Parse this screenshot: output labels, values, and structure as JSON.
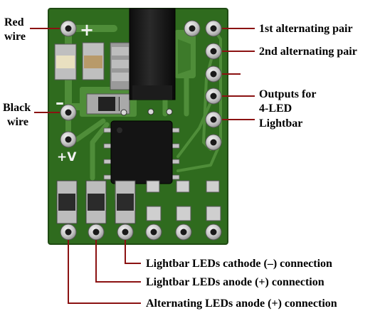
{
  "labels": {
    "red_wire_line1": "Red",
    "red_wire_line2": "wire",
    "black_wire_line1": "Black",
    "black_wire_line2": "wire",
    "first_pair": "1st alternating pair",
    "second_pair": "2nd alternating pair",
    "outputs_line1": "Outputs for",
    "outputs_line2": "4-LED",
    "outputs_line3": "Lightbar",
    "cathode": "Lightbar LEDs cathode (–) connection",
    "anode": "Lightbar LEDs anode (+) connection",
    "alternating": "Alternating LEDs anode (+) connection"
  },
  "silkscreen": {
    "plus": "+",
    "minus": "–",
    "plus_v": "+V"
  },
  "colors": {
    "pcb": "#2f6b1e",
    "trace": "#4f8d39",
    "pad": "#c9c9c9",
    "leader": "#8b1212",
    "chip": "#141414",
    "text": "#000000"
  }
}
